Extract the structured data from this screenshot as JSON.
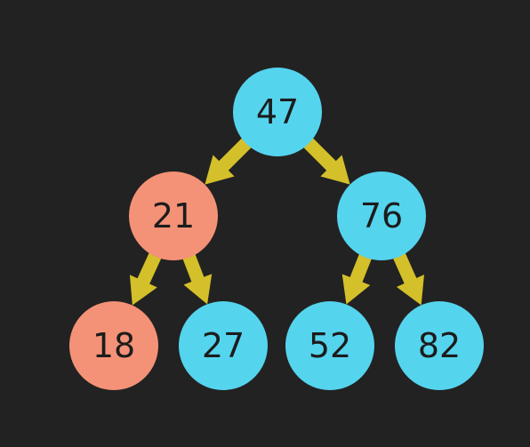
{
  "colors": {
    "background": "#222222",
    "default_node": "#55d4ee",
    "highlight_node": "#f49277",
    "edge": "#d4c02a",
    "text": "#1c1c1c"
  },
  "tree": {
    "nodes": [
      {
        "id": "n47",
        "label": "47",
        "highlighted": false
      },
      {
        "id": "n21",
        "label": "21",
        "highlighted": true
      },
      {
        "id": "n76",
        "label": "76",
        "highlighted": false
      },
      {
        "id": "n18",
        "label": "18",
        "highlighted": true
      },
      {
        "id": "n27",
        "label": "27",
        "highlighted": false
      },
      {
        "id": "n52",
        "label": "52",
        "highlighted": false
      },
      {
        "id": "n82",
        "label": "82",
        "highlighted": false
      }
    ],
    "edges": [
      {
        "from": "n47",
        "to": "n21"
      },
      {
        "from": "n47",
        "to": "n76"
      },
      {
        "from": "n21",
        "to": "n18"
      },
      {
        "from": "n21",
        "to": "n27"
      },
      {
        "from": "n76",
        "to": "n52"
      },
      {
        "from": "n76",
        "to": "n82"
      }
    ]
  }
}
